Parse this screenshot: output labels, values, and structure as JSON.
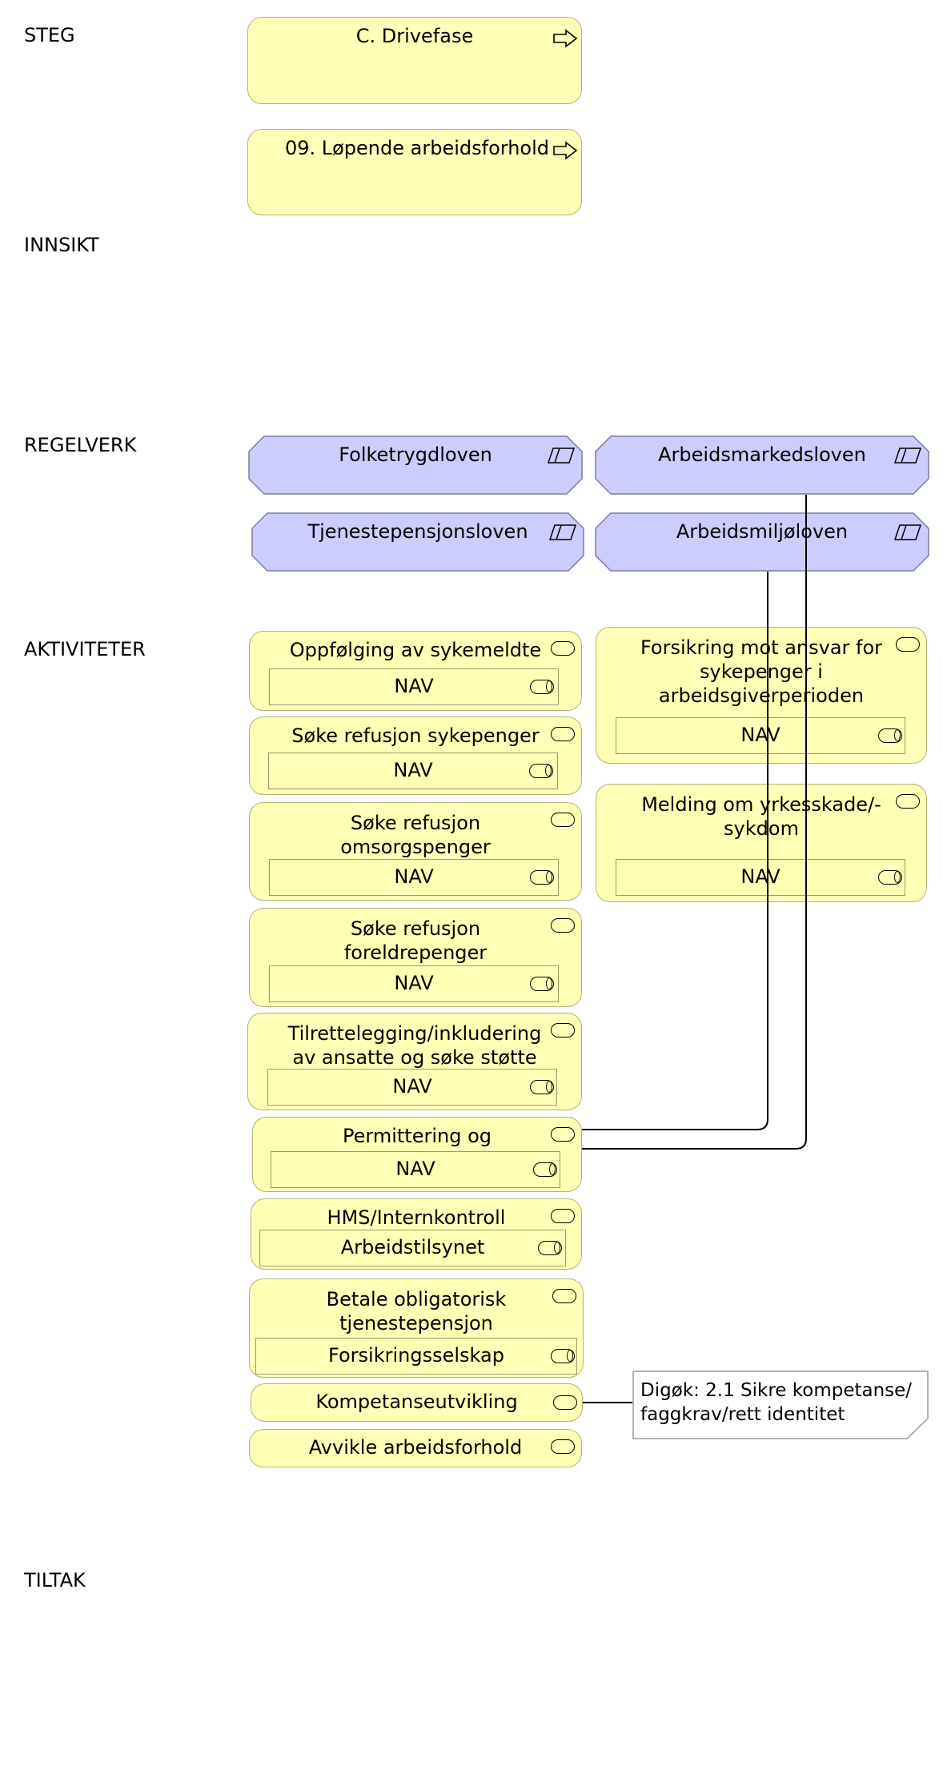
{
  "lanes": {
    "steg": "STEG",
    "innsikt": "INNSIKT",
    "regelverk": "REGELVERK",
    "aktiviteter": "AKTIVITETER",
    "tiltak": "TILTAK"
  },
  "steg": {
    "phase": "C. Drivefase",
    "step": "09. Løpende arbeidsforhold"
  },
  "regelverk": {
    "folketrygdloven": "Folketrygdloven",
    "arbeidsmarkedsloven": "Arbeidsmarkedsloven",
    "tjenestepensjonsloven": "Tjenestepensjonsloven",
    "arbeidsmiljoloven": "Arbeidsmiljøloven"
  },
  "aktiviteter": {
    "oppfolging": {
      "title": "Oppfølging av sykemeldte",
      "role": "NAV"
    },
    "refusjon_syke": {
      "title": "Søke refusjon sykepenger",
      "role": "NAV"
    },
    "refusjon_omsorg": {
      "title": "Søke refusjon omsorgspenger",
      "role": "NAV"
    },
    "refusjon_foreldre": {
      "title": "Søke refusjon foreldrepenger",
      "role": "NAV"
    },
    "tilrettelegging": {
      "title": "Tilrettelegging/inkludering av ansatte og søke støtte",
      "role": "NAV"
    },
    "permittering": {
      "title": "Permittering og dagpenger",
      "role": "NAV"
    },
    "hms": {
      "title": "HMS/Internkontroll",
      "role": "Arbeidstilsynet"
    },
    "tjenestepensjon": {
      "title": "Betale obligatorisk tjenestepensjon",
      "role": "Forsikringsselskap"
    },
    "kompetanse": {
      "title": "Kompetanseutvikling"
    },
    "avvikle": {
      "title": "Avvikle arbeidsforhold"
    },
    "forsikring": {
      "title": "Forsikring mot ansvar for sykepenger i arbeidsgiverperioden",
      "role": "NAV"
    },
    "yrkesskade": {
      "title": "Melding om yrkesskade/-sykdom",
      "role": "NAV"
    }
  },
  "note": {
    "text": "Digøk: 2.1 Sikre kompetanse/\nfaggkrav/rett identitet"
  },
  "colors": {
    "process_fill": "#ffffb5",
    "process_border": "#b3b37a",
    "law_fill": "#ccccff",
    "law_border": "#7a7aa8",
    "connector": "#000000"
  }
}
